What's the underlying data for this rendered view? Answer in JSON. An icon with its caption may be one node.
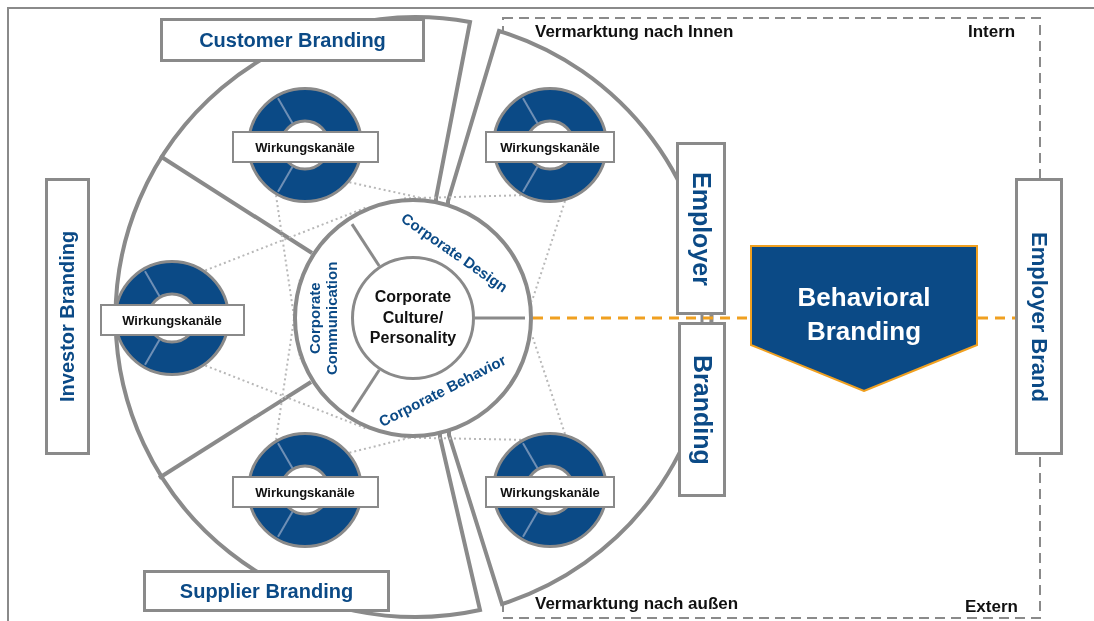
{
  "diagram": {
    "nodes": [
      {
        "text": [
          "Customer Branding"
        ]
      },
      {
        "text": [
          "Investor Branding"
        ]
      },
      {
        "text": [
          "Supplier Branding"
        ]
      },
      {
        "text": [
          "Wirkungskanäle"
        ]
      },
      {
        "text": [
          "Wirkungskanäle"
        ]
      },
      {
        "text": [
          "Wirkungskanäle"
        ]
      },
      {
        "text": [
          "Wirkungskanäle"
        ]
      },
      {
        "text": [
          "Wirkungskanäle"
        ]
      },
      {
        "text": [],
        "shape": "circle"
      },
      {
        "text": [
          "Corporate Communication"
        ],
        "in": 8
      },
      {
        "text": [
          "Corporate Design"
        ],
        "in": 8
      },
      {
        "text": [
          "Corporate Behavior"
        ],
        "in": 8
      },
      {
        "text": [
          "Corporate Culture/ Personality"
        ],
        "in": 8
      },
      {
        "text": [
          "Employer"
        ]
      },
      {
        "text": [
          "Branding"
        ]
      },
      {
        "text": [
          "Behavioral Branding"
        ]
      },
      {
        "text": [
          "Employer Brand"
        ]
      }
    ],
    "edges": [
      {
        "from": 13,
        "to": 14,
        "arrow": "none",
        "color": "#8a8a8a"
      },
      {
        "from": 8,
        "to": 15,
        "arrow": "none",
        "style": "dashed",
        "color": "#f0a020"
      },
      {
        "from": 15,
        "to": 16,
        "arrow": "none",
        "style": "dashed",
        "color": "#f0a020"
      },
      {
        "from": 3,
        "to": 8,
        "arrow": "none",
        "style": "dashed",
        "color": "#b8b8b8"
      },
      {
        "from": 3,
        "to": 8,
        "arrow": "none",
        "style": "dashed",
        "color": "#b8b8b8"
      },
      {
        "from": 4,
        "to": 8,
        "arrow": "none",
        "style": "dashed",
        "color": "#b8b8b8"
      },
      {
        "from": 4,
        "to": 8,
        "arrow": "none",
        "style": "dashed",
        "color": "#b8b8b8"
      },
      {
        "from": 5,
        "to": 8,
        "arrow": "none",
        "style": "dashed",
        "color": "#b8b8b8"
      },
      {
        "from": 5,
        "to": 8,
        "arrow": "none",
        "style": "dashed",
        "color": "#b8b8b8"
      },
      {
        "from": 6,
        "to": 8,
        "arrow": "none",
        "style": "dashed",
        "color": "#b8b8b8"
      },
      {
        "from": 6,
        "to": 8,
        "arrow": "none",
        "style": "dashed",
        "color": "#b8b8b8"
      },
      {
        "from": 7,
        "to": 8,
        "arrow": "none",
        "style": "dashed",
        "color": "#b8b8b8"
      },
      {
        "from": 7,
        "to": 8,
        "arrow": "none",
        "style": "dashed",
        "color": "#b8b8b8"
      }
    ],
    "labels": [
      "Vermarktung nach Innen",
      "Intern",
      "Vermarktung nach außen",
      "Extern"
    ]
  }
}
